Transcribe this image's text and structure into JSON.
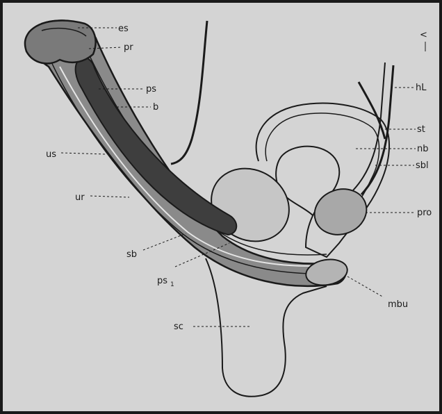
{
  "figure": {
    "labels": {
      "es": "es",
      "pr": "pr",
      "ps": "ps",
      "b": "b",
      "us": "us",
      "ur": "ur",
      "sb": "sb",
      "ps1": "ps",
      "ps1_sub": "1",
      "sc": "sc",
      "hl": "hL",
      "st": "st",
      "nb": "nb",
      "sbl": "sbl",
      "pro": "pro",
      "mbu": "mbu",
      "corner": "<"
    },
    "colors": {
      "background": "#d4d4d4",
      "ink": "#1a1a1a",
      "shaft_fill": "#8a8a8a",
      "core_fill": "#3e3e3e"
    }
  }
}
